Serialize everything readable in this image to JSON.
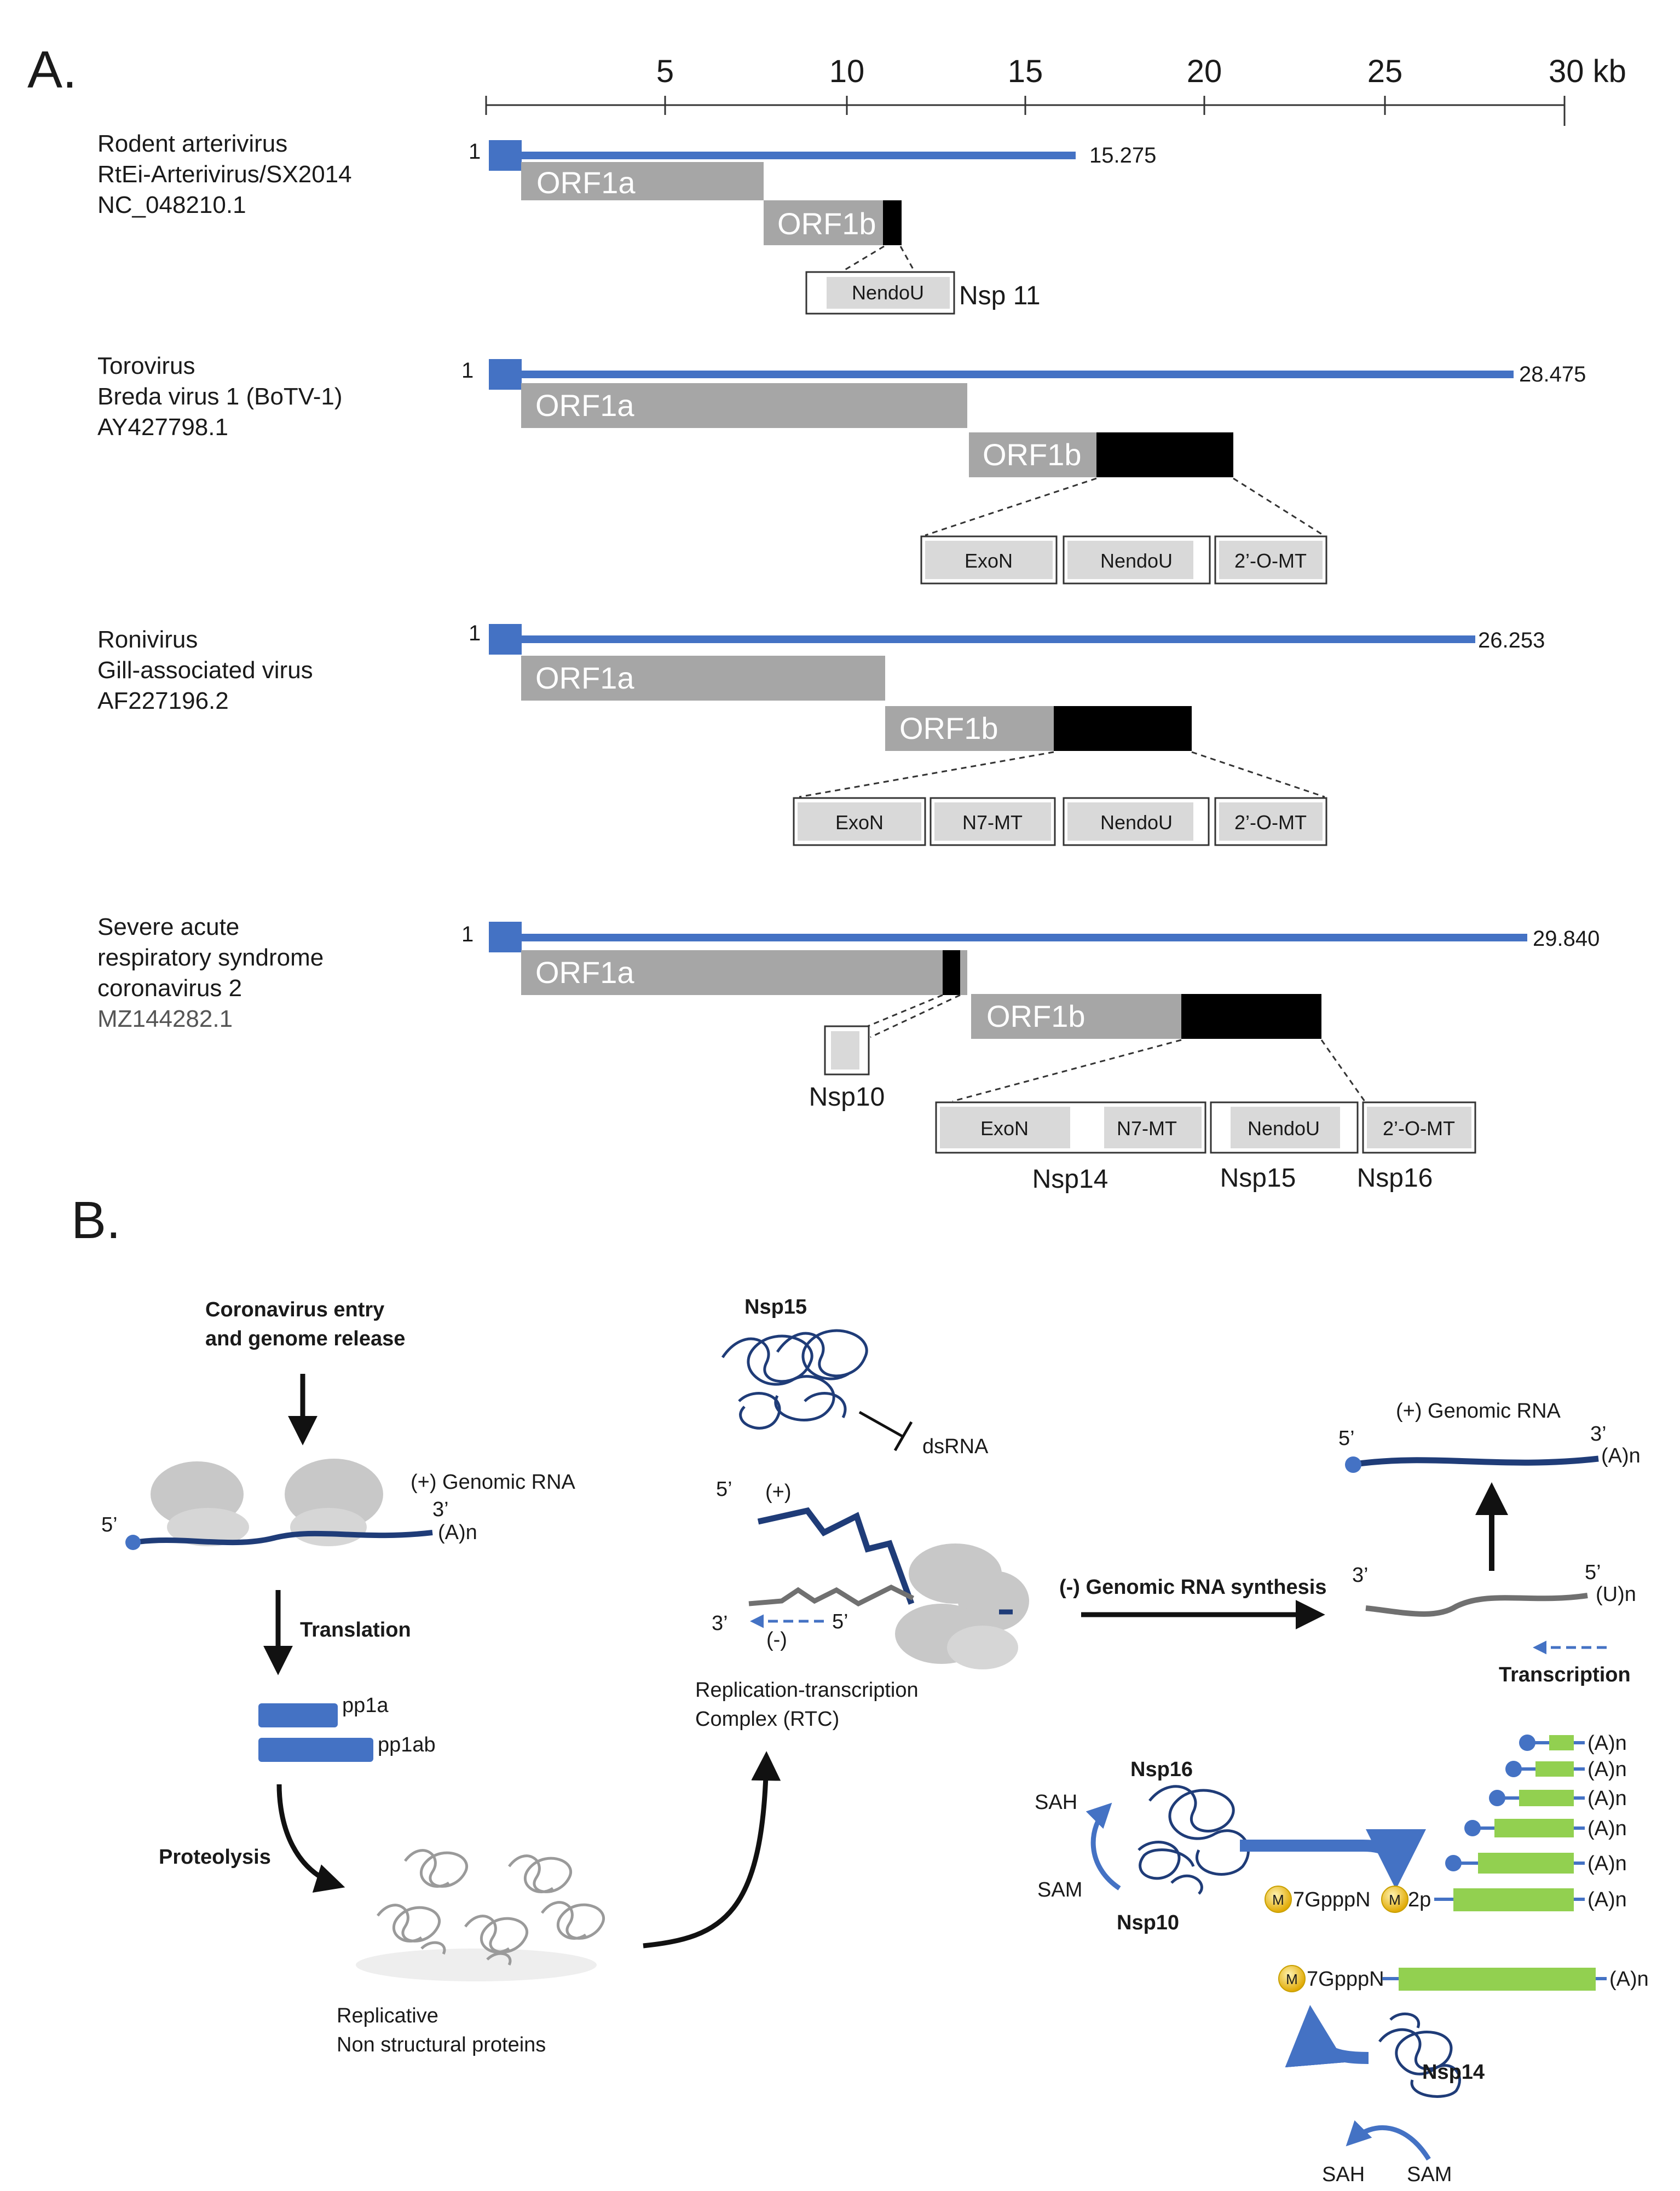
{
  "panelA": {
    "label": "A.",
    "axis": {
      "ticks": [
        "5",
        "10",
        "15",
        "20",
        "25"
      ],
      "end_label": "30 kb"
    },
    "genomes": [
      {
        "name": [
          "Rodent arterivirus",
          "RtEi-Arterivirus/SX2014",
          "NC_048210.1"
        ],
        "start": "1",
        "length": "15.275",
        "orf1a": "ORF1a",
        "orf1b": "ORF1b",
        "domains": [
          "NendoU"
        ],
        "nsp": "Nsp 11"
      },
      {
        "name": [
          "Torovirus",
          "Breda virus 1 (BoTV-1)",
          "AY427798.1"
        ],
        "start": "1",
        "length": "28.475",
        "orf1a": "ORF1a",
        "orf1b": "ORF1b",
        "domains": [
          "ExoN",
          "NendoU",
          "2’-O-MT"
        ]
      },
      {
        "name": [
          "Ronivirus",
          "Gill-associated virus",
          "AF227196.2"
        ],
        "start": "1",
        "length": "26.253",
        "orf1a": "ORF1a",
        "orf1b": "ORF1b",
        "domains": [
          "ExoN",
          "N7-MT",
          "NendoU",
          "2’-O-MT"
        ]
      },
      {
        "name": [
          "Severe acute",
          "respiratory syndrome",
          "coronavirus 2",
          "MZ144282.1"
        ],
        "start": "1",
        "length": "29.840",
        "orf1a": "ORF1a",
        "orf1b": "ORF1b",
        "domains": [
          "ExoN",
          "N7-MT",
          "NendoU",
          "2’-O-MT"
        ],
        "nsps": [
          "Nsp10",
          "Nsp14",
          "Nsp15",
          "Nsp16"
        ]
      }
    ]
  },
  "panelB": {
    "label": "B.",
    "entry": [
      "Coronavirus entry",
      "and genome release"
    ],
    "genomic_rna": "(+) Genomic RNA",
    "five_prime": "5’",
    "three_prime": "3’",
    "polyA": "(A)n",
    "polyU": "(U)n",
    "translation": "Translation",
    "pp1a": "pp1a",
    "pp1ab": "pp1ab",
    "proteolysis": "Proteolysis",
    "replicative": [
      "Replicative",
      "Non structural proteins"
    ],
    "nsp15": "Nsp15",
    "dsrna": "dsRNA",
    "plus": "(+)",
    "minus": "(-)",
    "rtc": [
      "Replication-transcription",
      "Complex (RTC)"
    ],
    "minus_synthesis": "(-) Genomic RNA synthesis",
    "transcription": "Transcription",
    "nsp16": "Nsp16",
    "nsp10": "Nsp10",
    "nsp14": "Nsp14",
    "sah": "SAH",
    "sam": "SAM",
    "cap1_a": "7GpppN",
    "cap1_b": "2p",
    "cap0": "7GpppN",
    "m": "M"
  },
  "colors": {
    "blue": "#4472c4",
    "gray": "#a6a6a6",
    "black": "#000000",
    "green": "#92d050",
    "navy": "#1f3c78",
    "gold": "#f2c230"
  }
}
